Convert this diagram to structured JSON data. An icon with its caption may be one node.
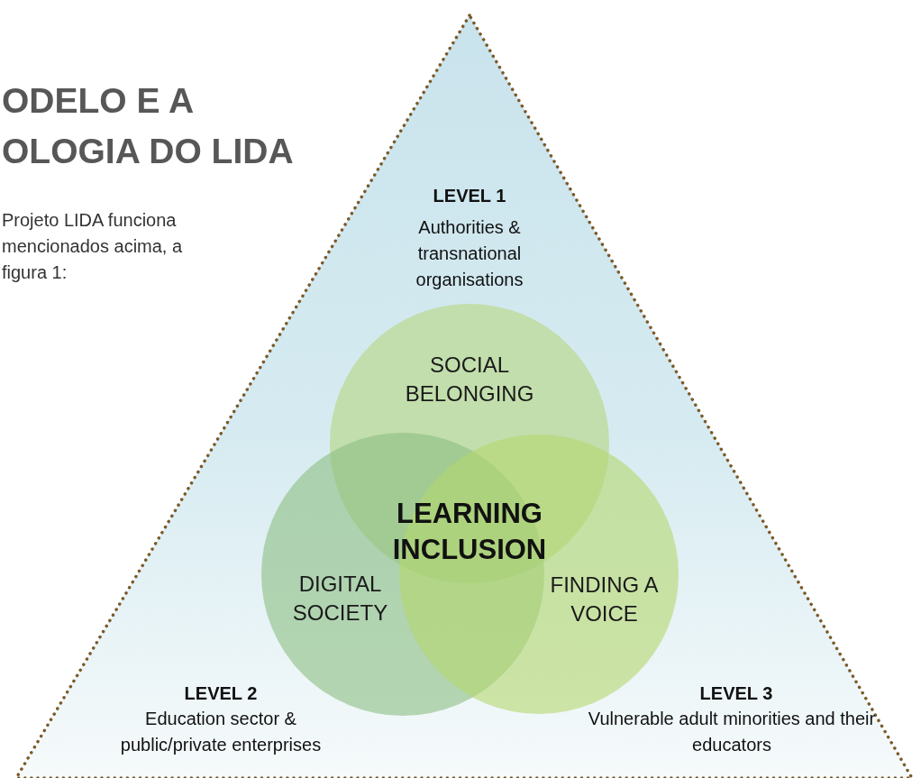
{
  "diagram": {
    "title": "ODELO E A OLOGIA DO LIDA",
    "nodes": [
      {
        "text": [
          "LEVEL 1",
          "Authorities & transnational organisations",
          "LEVEL 2",
          "Education sector & public/private enterprises",
          "LEVEL 3",
          "Vulnerable adult minorities and their educators"
        ]
      },
      {
        "text": [
          "SOCIAL BELONGING"
        ],
        "in": 0
      },
      {
        "text": [
          "DIGITAL SOCIETY"
        ],
        "in": 0
      },
      {
        "text": [
          "FINDING A VOICE"
        ],
        "in": 0
      }
    ],
    "edges": [],
    "labels": [
      "Projeto LIDA funciona mencionados acima, a figura 1:",
      "LEARNING INCLUSION"
    ]
  }
}
